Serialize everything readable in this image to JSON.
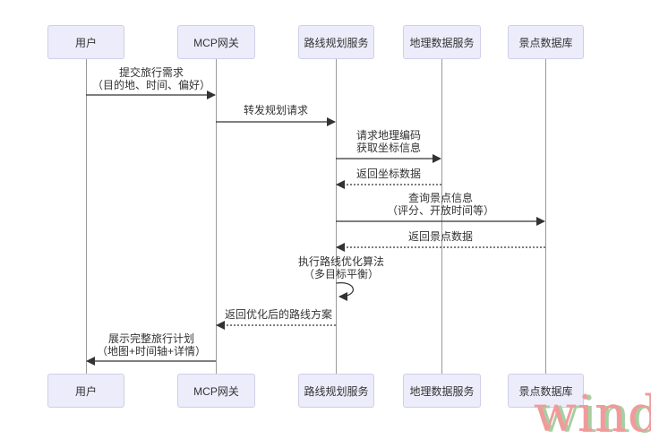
{
  "diagram_type": "sequence-diagram",
  "actors": [
    {
      "name": "用户"
    },
    {
      "name": "MCP网关"
    },
    {
      "name": "路线规划服务"
    },
    {
      "name": "地理数据服务"
    },
    {
      "name": "景点数据库"
    }
  ],
  "messages": [
    {
      "from": "用户",
      "to": "MCP网关",
      "style": "solid",
      "line1": "提交旅行需求",
      "line2": "（目的地、时间、偏好）"
    },
    {
      "from": "MCP网关",
      "to": "路线规划服务",
      "style": "solid",
      "line1": "转发规划请求"
    },
    {
      "from": "路线规划服务",
      "to": "地理数据服务",
      "style": "solid",
      "line1": "请求地理编码",
      "line2": "获取坐标信息"
    },
    {
      "from": "地理数据服务",
      "to": "路线规划服务",
      "style": "dotted",
      "line1": "返回坐标数据"
    },
    {
      "from": "路线规划服务",
      "to": "景点数据库",
      "style": "solid",
      "line1": "查询景点信息",
      "line2": "（评分、开放时间等）"
    },
    {
      "from": "景点数据库",
      "to": "路线规划服务",
      "style": "dotted",
      "line1": "返回景点数据"
    },
    {
      "from": "路线规划服务",
      "to": "路线规划服务",
      "style": "self-loop",
      "line1": "执行路线优化算法",
      "line2": "（多目标平衡）"
    },
    {
      "from": "路线规划服务",
      "to": "MCP网关",
      "style": "dotted",
      "line1": "返回优化后的路线方案"
    },
    {
      "from": "MCP网关",
      "to": "用户",
      "style": "solid",
      "line1": "展示完整旅行计划",
      "line2": "（地图+时间轴+详情）"
    }
  ],
  "watermark": {
    "text": "wind",
    "color": "#f09b9b",
    "shadow_color": "#a7cfa2"
  },
  "colors": {
    "actor_fill": "#ECECFB",
    "actor_border": "#CFCFE8",
    "arrow_line": "#333333",
    "lifeline": "#9a9a9a",
    "background": "#ffffff"
  }
}
